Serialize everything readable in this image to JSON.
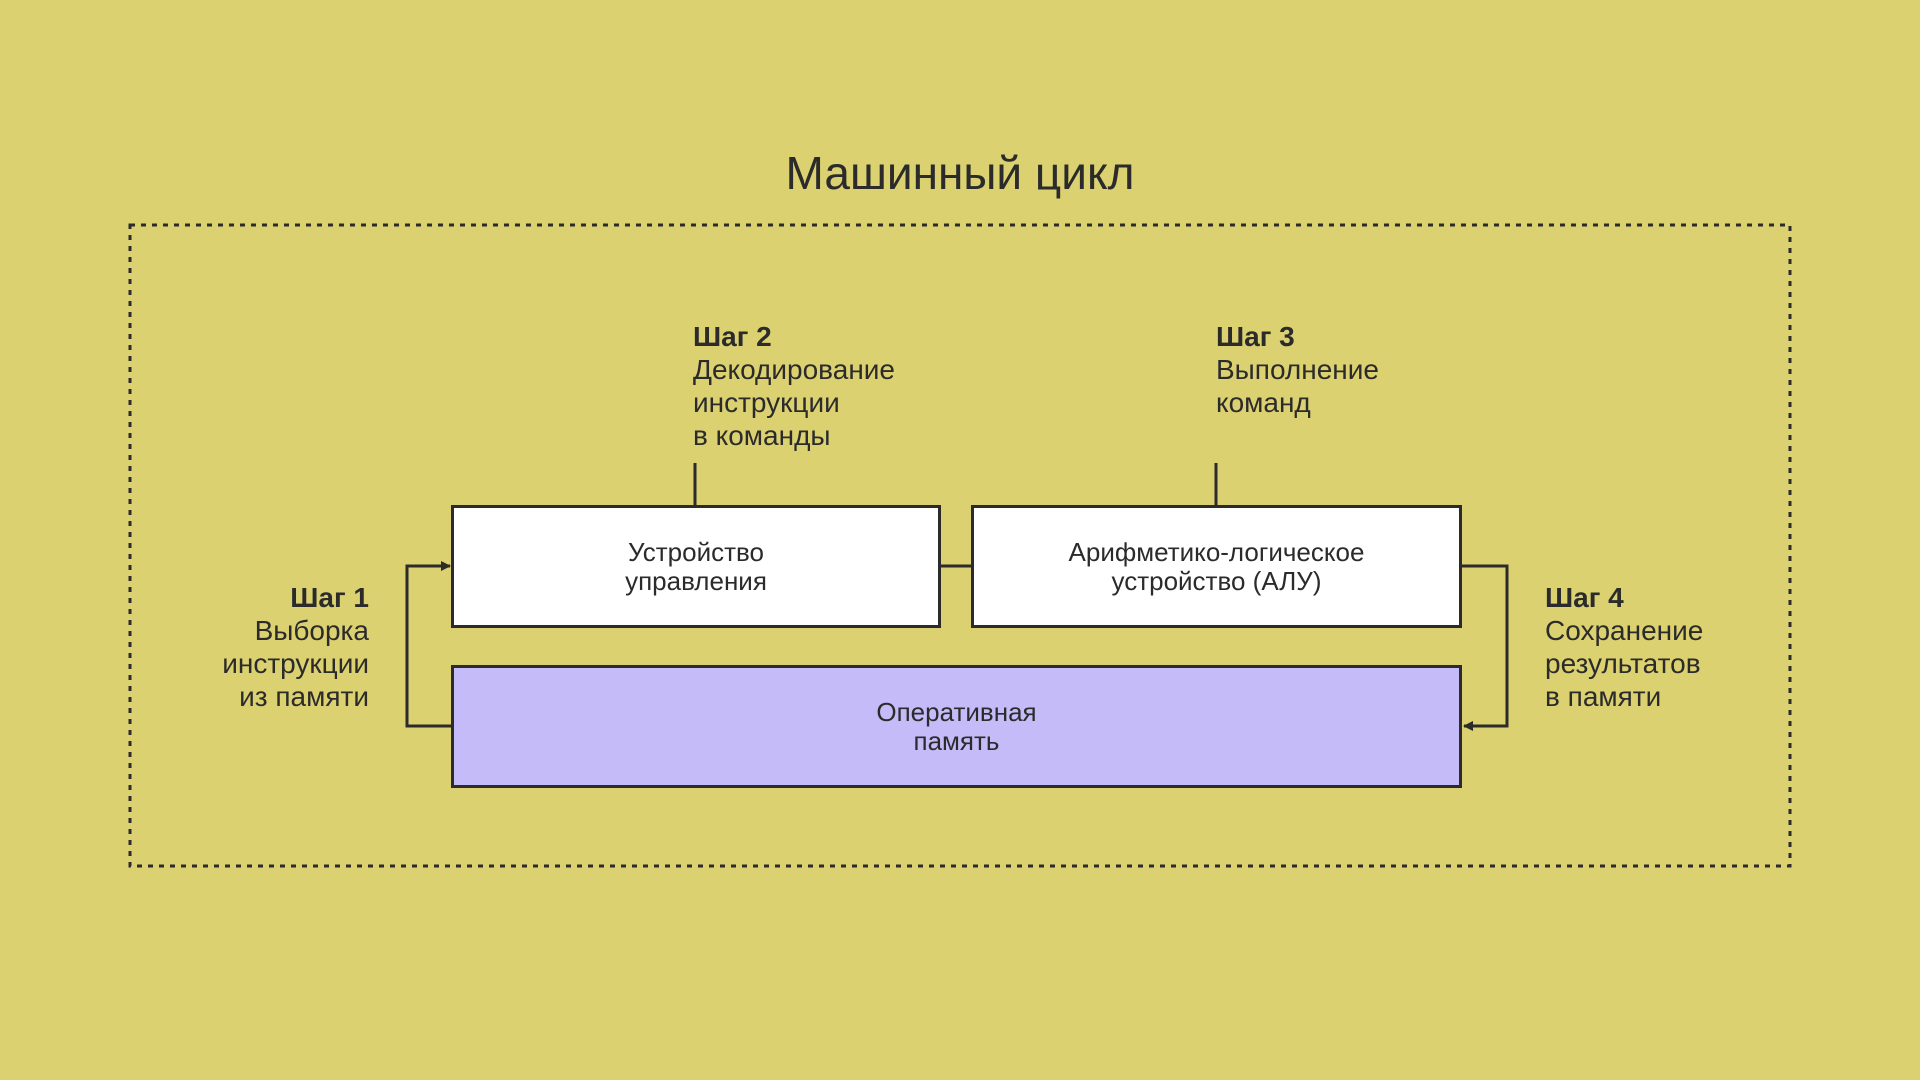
{
  "title": "Машинный цикл",
  "colors": {
    "background": "#dcd170",
    "box_white": "#ffffff",
    "box_ram": "#c5bbf8",
    "stroke": "#2b2b2b"
  },
  "boxes": {
    "control_unit": "Устройство\nуправления",
    "alu": "Арифметико-логическое\nустройство (АЛУ)",
    "ram": "Оперативная\nпамять"
  },
  "steps": [
    {
      "title": "Шаг 1",
      "desc": "Выборка\nинструкции\nиз памяти"
    },
    {
      "title": "Шаг 2",
      "desc": "Декодирование\nинструкции\nв команды"
    },
    {
      "title": "Шаг 3",
      "desc": "Выполнение\nкоманд"
    },
    {
      "title": "Шаг 4",
      "desc": "Сохранение\nрезультатов\nв памяти"
    }
  ]
}
